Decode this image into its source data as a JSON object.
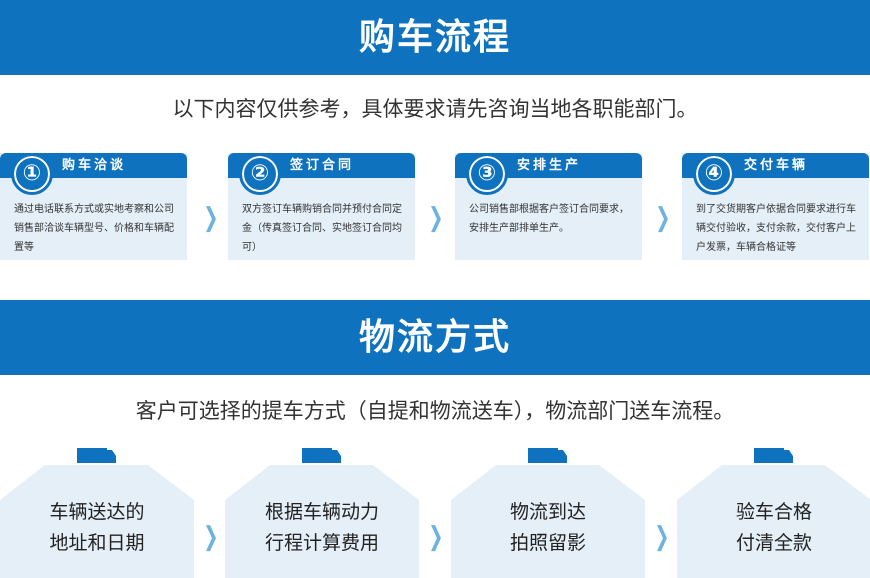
{
  "section1": {
    "title": "购车流程",
    "subtitle": "以下内容仅供参考，具体要求请先咨询当地各职能部门。",
    "steps": [
      {
        "num": "①",
        "title": "购车洽谈",
        "text": "通过电话联系方式或实地考察和公司销售部洽谈车辆型号、价格和车辆配置等"
      },
      {
        "num": "②",
        "title": "签订合同",
        "text": "双方签订车辆购销合同并预付合同定金（传真签订合同、实地签订合同均可）"
      },
      {
        "num": "③",
        "title": "安排生产",
        "text": "公司销售部根据客户签订合同要求，安排生产部排单生产。"
      },
      {
        "num": "④",
        "title": "交付车辆",
        "text": "到了交货期客户依据合同要求进行车辆交付验收，支付余款，交付客户上户发票，车辆合格证等"
      }
    ]
  },
  "section2": {
    "title": "物流方式",
    "subtitle": "客户可选择的提车方式（自提和物流送车），物流部门送车流程。",
    "steps": [
      {
        "line1": "车辆送达的",
        "line2": "地址和日期"
      },
      {
        "line1": "根据车辆动力",
        "line2": "行程计算费用"
      },
      {
        "line1": "物流到达",
        "line2": "拍照留影"
      },
      {
        "line1": "验车合格",
        "line2": "付清全款"
      }
    ]
  },
  "colors": {
    "primary": "#0f72bf",
    "card_bg": "#e4eff8",
    "arrow": "#6eb2e0"
  }
}
